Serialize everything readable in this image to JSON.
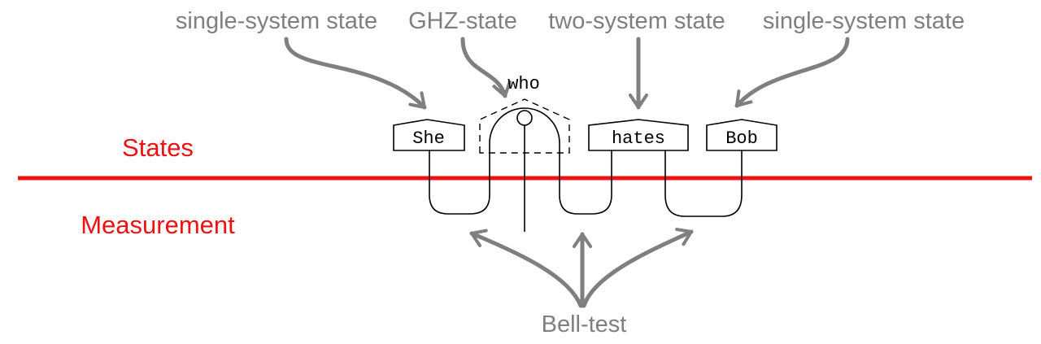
{
  "annotations": {
    "she_label": "single-system state",
    "who_label": "GHZ-state",
    "hates_label": "two-system state",
    "bob_label": "single-system state",
    "bell_label": "Bell-test"
  },
  "regions": {
    "states": "States",
    "measurement": "Measurement"
  },
  "words": {
    "she": "She",
    "who": "who",
    "hates": "hates",
    "bob": "Bob"
  },
  "colors": {
    "annotation": "#7f7f7f",
    "divider": "#ee1111",
    "wire": "#000000"
  }
}
